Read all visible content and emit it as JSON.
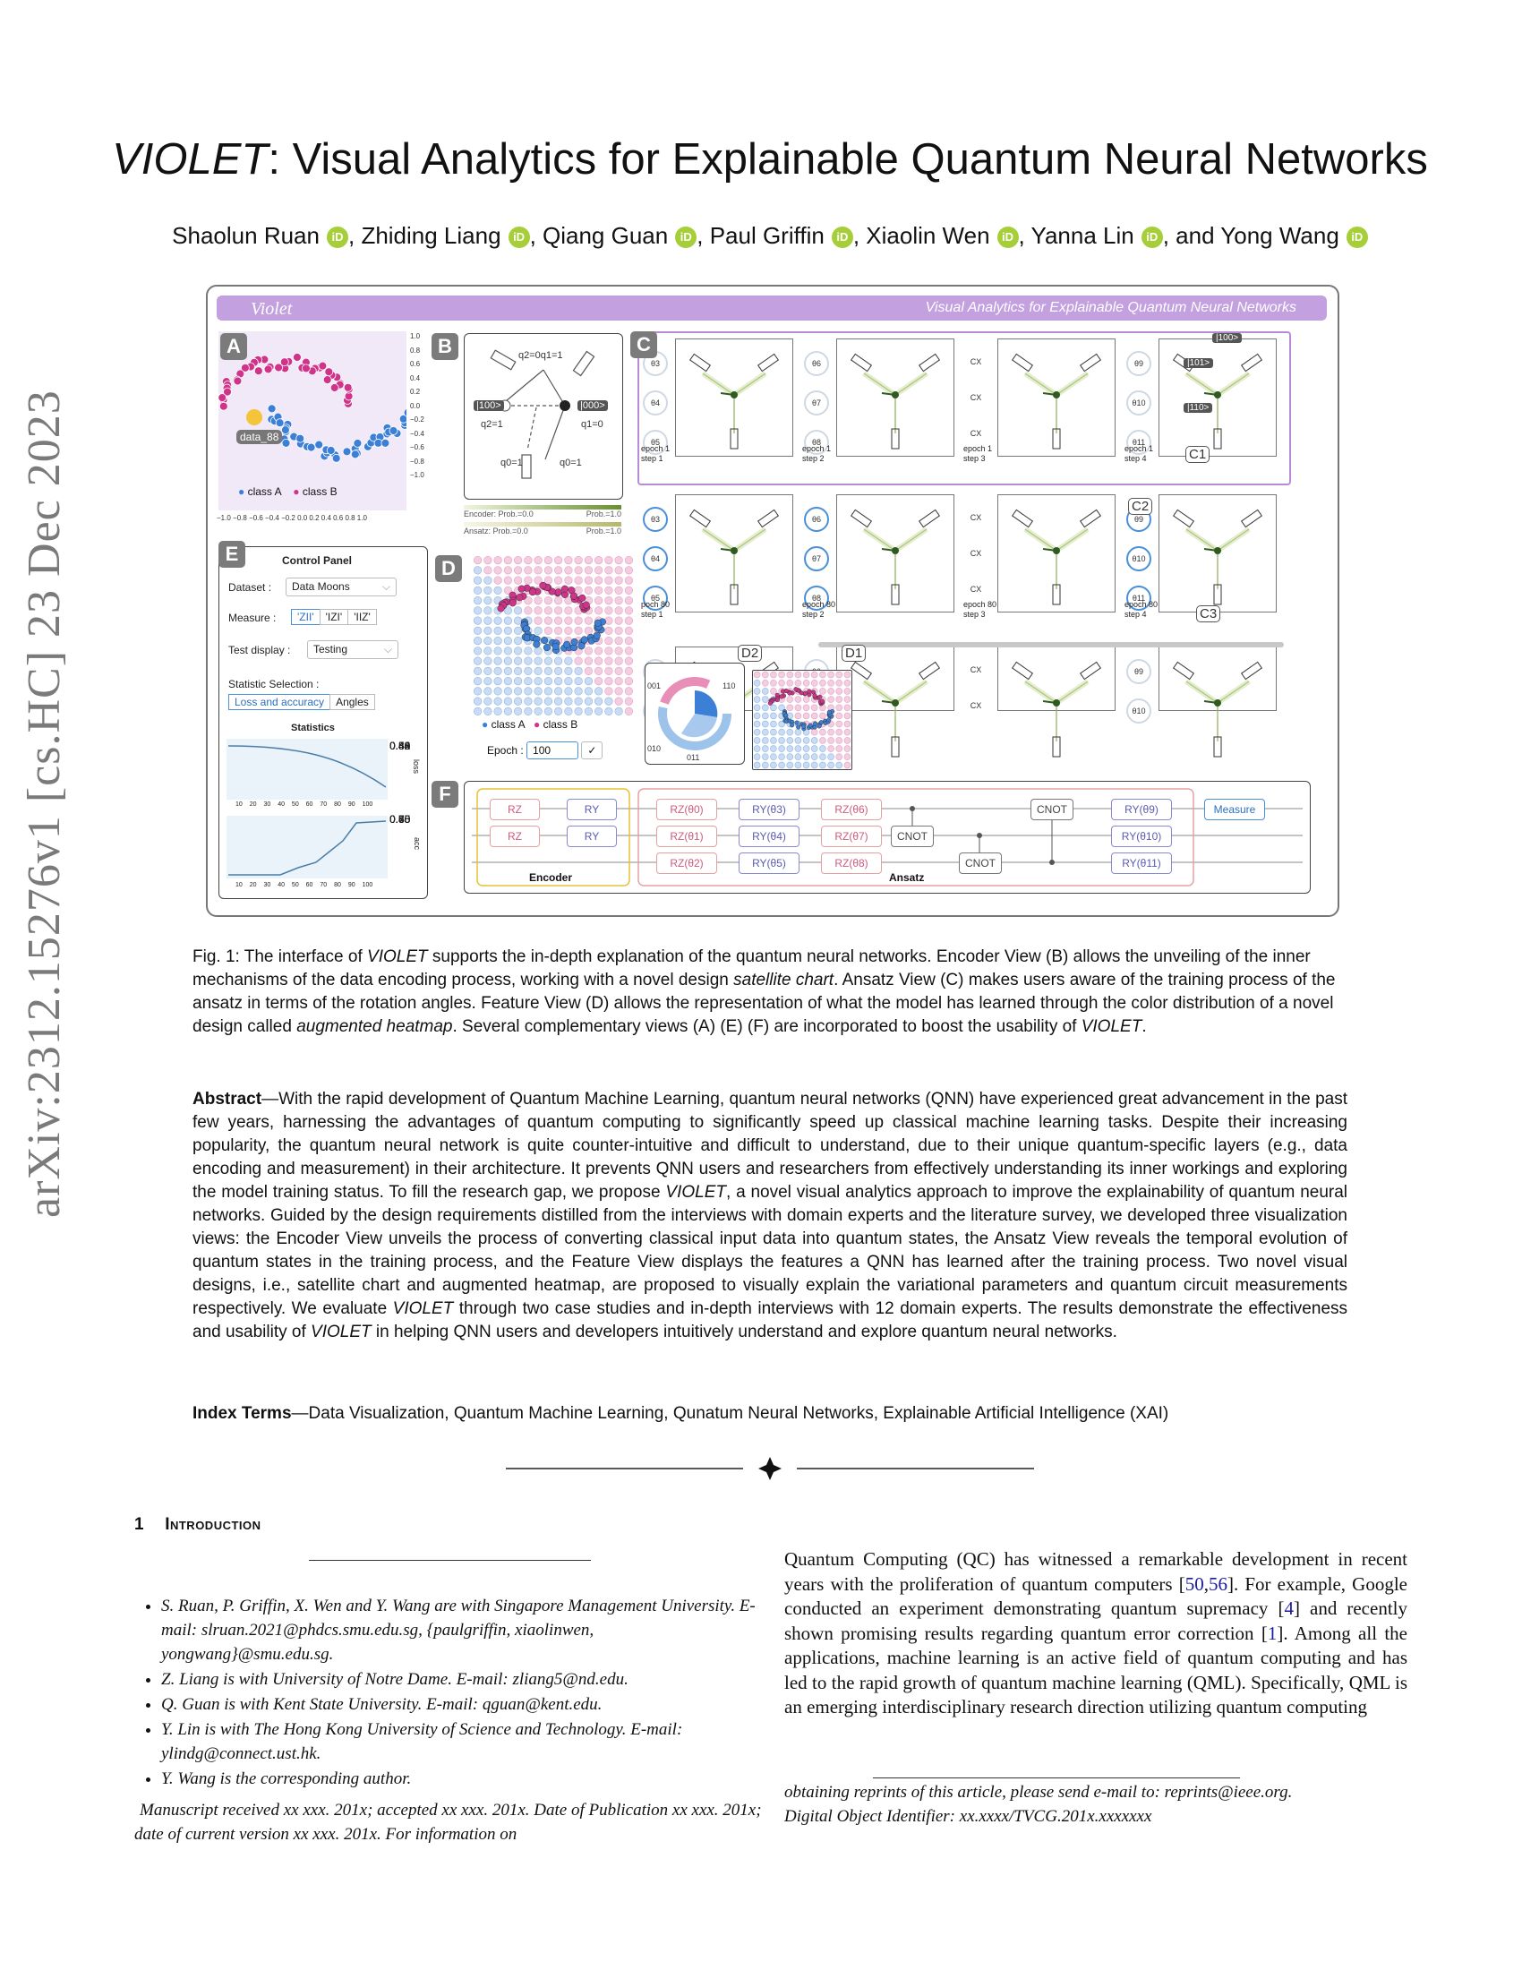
{
  "arxiv_stamp": "arXiv:2312.15276v1  [cs.HC]  23 Dec 2023",
  "title": {
    "tool": "VIOLET",
    "rest": ": Visual Analytics for Explainable Quantum Neural Networks"
  },
  "authors": [
    "Shaolun Ruan",
    "Zhiding Liang",
    "Qiang Guan",
    "Paul Griffin",
    "Xiaolin Wen",
    "Yanna Lin",
    "Yong Wang"
  ],
  "author_joiners": {
    "sep": ",",
    "last": "and"
  },
  "figure": {
    "app_name": "Violet",
    "tagline": "Visual Analytics for Explainable Quantum Neural Networks",
    "panel_labels": [
      "A",
      "B",
      "C",
      "D",
      "E",
      "F"
    ],
    "callouts": [
      "C1",
      "C2",
      "C3",
      "D1",
      "D2"
    ],
    "panel_a": {
      "point_label": "data_88",
      "legend": [
        "class A",
        "class B"
      ],
      "y_ticks": [
        "1.0",
        "0.8",
        "0.6",
        "0.4",
        "0.2",
        "0.0",
        "−0.2",
        "−0.4",
        "−0.6",
        "−0.8",
        "−1.0"
      ],
      "x_ticks": "−1.0 −0.8 −0.6 −0.4 −0.2 0.0 0.2 0.4 0.6 0.8 1.0"
    },
    "panel_b": {
      "labels": [
        "q2=0q1=1",
        "|100>",
        "|000>",
        "q2=1",
        "q1=0",
        "q0=1",
        "q0=1"
      ],
      "enc_prob": [
        "Encoder: Prob.=0.0",
        "Prob.=1.0"
      ],
      "ans_prob": [
        "Ansatz: Prob.=0.0",
        "Prob.=1.0"
      ]
    },
    "panel_c": {
      "row1_captions": [
        "epoch 1\nstep 1",
        "epoch 1\nstep 2",
        "epoch 1\nstep 3",
        "epoch 1\nstep 4"
      ],
      "row2_captions": [
        "poch 80\nstep 1",
        "epoch 80\nstep 2",
        "epoch 80\nstep 3",
        "epoch 80\nstep 4"
      ],
      "theta_cols": [
        [
          "θ3",
          "θ4",
          "θ5"
        ],
        [
          "θ6",
          "θ7",
          "θ8"
        ],
        [
          "CX",
          "CX",
          "CX"
        ],
        [
          "θ9",
          "θ10",
          "θ11"
        ]
      ],
      "state_tags": [
        "|100>",
        "|101>",
        "|110>"
      ]
    },
    "panel_d": {
      "legend": [
        "class A",
        "class B"
      ],
      "epoch_label": "Epoch :",
      "epoch_value": "100",
      "d2_labels": [
        "001",
        "110",
        "010",
        "011"
      ],
      "confirm": "✓"
    },
    "panel_e": {
      "title": "Control Panel",
      "dataset_label": "Dataset :",
      "dataset_value": "Data Moons",
      "measure_label": "Measure :",
      "measures": [
        "'ZII'",
        "'IZI'",
        "'IIZ'"
      ],
      "test_label": "Test display :",
      "test_value": "Testing",
      "stat_label": "Statistic Selection :",
      "stat_options": [
        "Loss and accuracy",
        "Angles"
      ],
      "stats_title": "Statistics",
      "loss_label": "loss",
      "acc_label": "acc",
      "x_ticks": "10 20 30 40 50 60 70 80 90 100",
      "loss_ticks": [
        "0.52",
        "0.50",
        "0.48",
        "0.46",
        "0.44",
        "0.42",
        "0.40",
        "0.38"
      ],
      "acc_ticks": [
        "0.80",
        "0.75",
        "0.70",
        "0.65",
        "0.60",
        "0.55",
        "0.50",
        "0.45"
      ]
    },
    "panel_f": {
      "encoder_label": "Encoder",
      "ansatz_label": "Ansatz",
      "enc_gates": [
        "RZ",
        "RY",
        "RZ",
        "RY"
      ],
      "ans_gates": [
        "RZ(θ0)",
        "RY(θ3)",
        "RZ(θ6)",
        "RZ(θ1)",
        "RY(θ4)",
        "RZ(θ7)",
        "RZ(θ2)",
        "RY(θ5)",
        "RZ(θ8)"
      ],
      "cnot": "CNOT",
      "final_gates": [
        "RY(θ9)",
        "RY(θ10)",
        "RY(θ11)"
      ],
      "measure": "Measure"
    }
  },
  "caption": {
    "prefix": "Fig. 1: The interface of ",
    "tool": "VIOLET",
    "part1": " supports the in-depth explanation of the quantum neural networks. Encoder View (B) allows the unveiling of the inner mechanisms of the data encoding process, working with a novel design ",
    "satellite": "satellite chart",
    "part2": ". Ansatz View (C) makes users aware of the training process of the ansatz in terms of the rotation angles. Feature View (D) allows the representation of what the model has learned through the color distribution of a novel design called ",
    "augmented": "augmented heatmap",
    "part3": ". Several complementary views (A) (E) (F) are incorporated to boost the usability of ",
    "end": "."
  },
  "abstract": {
    "label": "Abstract",
    "part1": "—With the rapid development of Quantum Machine Learning, quantum neural networks (QNN) have experienced great advancement in the past few years, harnessing the advantages of quantum computing to significantly speed up classical machine learning tasks. Despite their increasing popularity, the quantum neural network is quite counter-intuitive and difficult to understand, due to their unique quantum-specific layers (e.g., data encoding and measurement) in their architecture. It prevents QNN users and researchers from effectively understanding its inner workings and exploring the model training status. To fill the research gap, we propose ",
    "part2": ", a novel visual analytics approach to improve the explainability of quantum neural networks. Guided by the design requirements distilled from the interviews with domain experts and the literature survey, we developed three visualization views: the Encoder View unveils the process of converting classical input data into quantum states, the Ansatz View reveals the temporal evolution of quantum states in the training process, and the Feature View displays the features a QNN has learned after the training process. Two novel visual designs, i.e., satellite chart and augmented heatmap, are proposed to visually explain the variational parameters and quantum circuit measurements respectively. We evaluate ",
    "part3": " through two case studies and in-depth interviews with 12 domain experts. The results demonstrate the effectiveness and usability of ",
    "part4": " in helping QNN users and developers intuitively understand and explore quantum neural networks."
  },
  "index_terms": {
    "label": "Index Terms",
    "text": "—Data Visualization, Quantum Machine Learning, Qunatum Neural Networks, Explainable Artificial Intelligence (XAI)"
  },
  "section": {
    "number": "1",
    "title": "Introduction"
  },
  "footnotes": [
    "S. Ruan, P. Griffin, X. Wen and Y. Wang are with Singapore Management University. E-mail: slruan.2021@phdcs.smu.edu.sg, {paulgriffin, xiaolinwen, yongwang}@smu.edu.sg.",
    "Z. Liang is with University of Notre Dame. E-mail: zliang5@nd.edu.",
    "Q. Guan is with Kent State University. E-mail: qguan@kent.edu.",
    "Y. Lin is with The Hong Kong University of Science and Technology. E-mail: ylindg@connect.ust.hk.",
    "Y. Wang is the corresponding author."
  ],
  "manuscript": "Manuscript received xx xxx. 201x; accepted xx xxx. 201x. Date of Publication xx xxx. 201x; date of current version xx xxx. 201x. For information on",
  "intro": {
    "t1": "Quantum Computing (QC) has witnessed a remarkable development in recent years with the proliferation of quantum computers [",
    "r1": "50",
    "r2": "56",
    "t2": "]. For example, Google conducted an experiment demonstrating quantum supremacy  [",
    "r3": "4",
    "t3": "] and recently shown promising results regarding quantum error correction [",
    "r4": "1",
    "t4": "]. Among all the applications, machine learning is an active field of quantum computing and has led to the rapid growth of quantum machine learning (QML). Specifically, QML is an emerging interdisciplinary research direction utilizing quantum computing"
  },
  "reprints": [
    "obtaining reprints of this article, please send e-mail to: reprints@ieee.org.",
    "Digital Object Identifier: xx.xxxx/TVCG.201x.xxxxxxx"
  ],
  "colors": {
    "purple": "#b98ad8",
    "classA": "#3b7fd6",
    "classB": "#d0348a",
    "orcid": "#a6ce39"
  }
}
